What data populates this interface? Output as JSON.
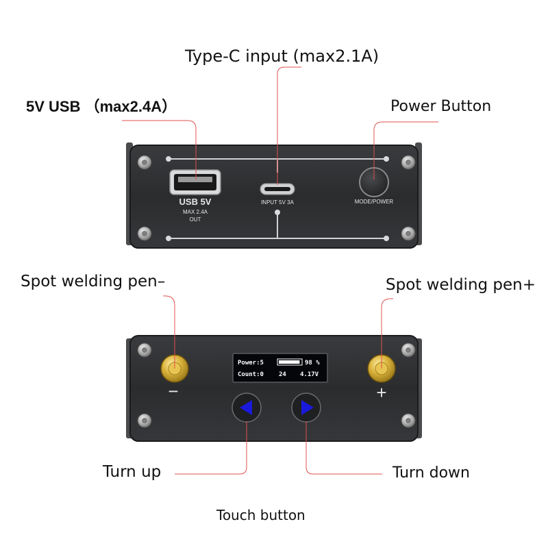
{
  "callouts": {
    "type_c_input": "Type-C input (max2.1A)",
    "usb_output": "5V USB （max2.4A）",
    "power_button": "Power Button",
    "pen_negative": "Spot welding pen–",
    "pen_positive": "Spot welding pen+",
    "turn_up": "Turn up",
    "turn_down": "Turn down",
    "touch_button": "Touch button"
  },
  "front_panel": {
    "usb_label": "USB 5V",
    "usb_sub1": "MAX 2.4A",
    "usb_sub2": "OUT",
    "input_label": "INPUT  5V 3A",
    "mode_label": "MODE/POWER"
  },
  "back_panel": {
    "minus_sign": "−",
    "plus_sign": "+"
  },
  "oled": {
    "power_label": "Power:5",
    "battery_percent": "98 %",
    "battery_fill": 0.95,
    "count_label": "Count:0",
    "count_value": "24",
    "voltage": "4.17V"
  },
  "colors": {
    "leader_line": "#e05050",
    "panel": "#2e2f31",
    "arrow": "#1a1adc",
    "gold": "#d8b43a"
  }
}
